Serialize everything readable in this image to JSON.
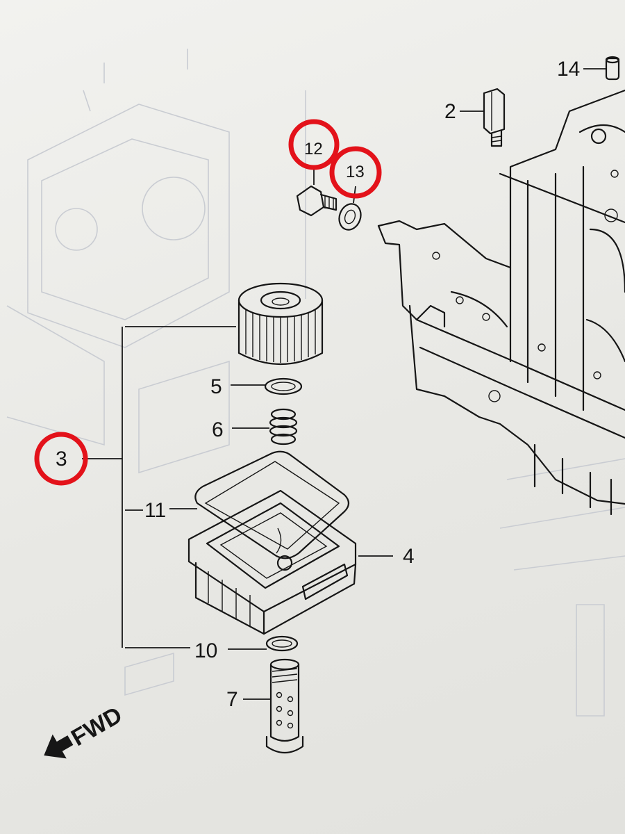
{
  "callouts": {
    "c2": "2",
    "c3": "3",
    "c4": "4",
    "c5": "5",
    "c6": "6",
    "c7": "7",
    "c10": "10",
    "c11": "11",
    "c12": "12",
    "c13": "13",
    "c14": "14"
  },
  "direction_label": "FWD",
  "highlight_color": "#e3121a",
  "highlighted": [
    "12",
    "13",
    "3"
  ]
}
